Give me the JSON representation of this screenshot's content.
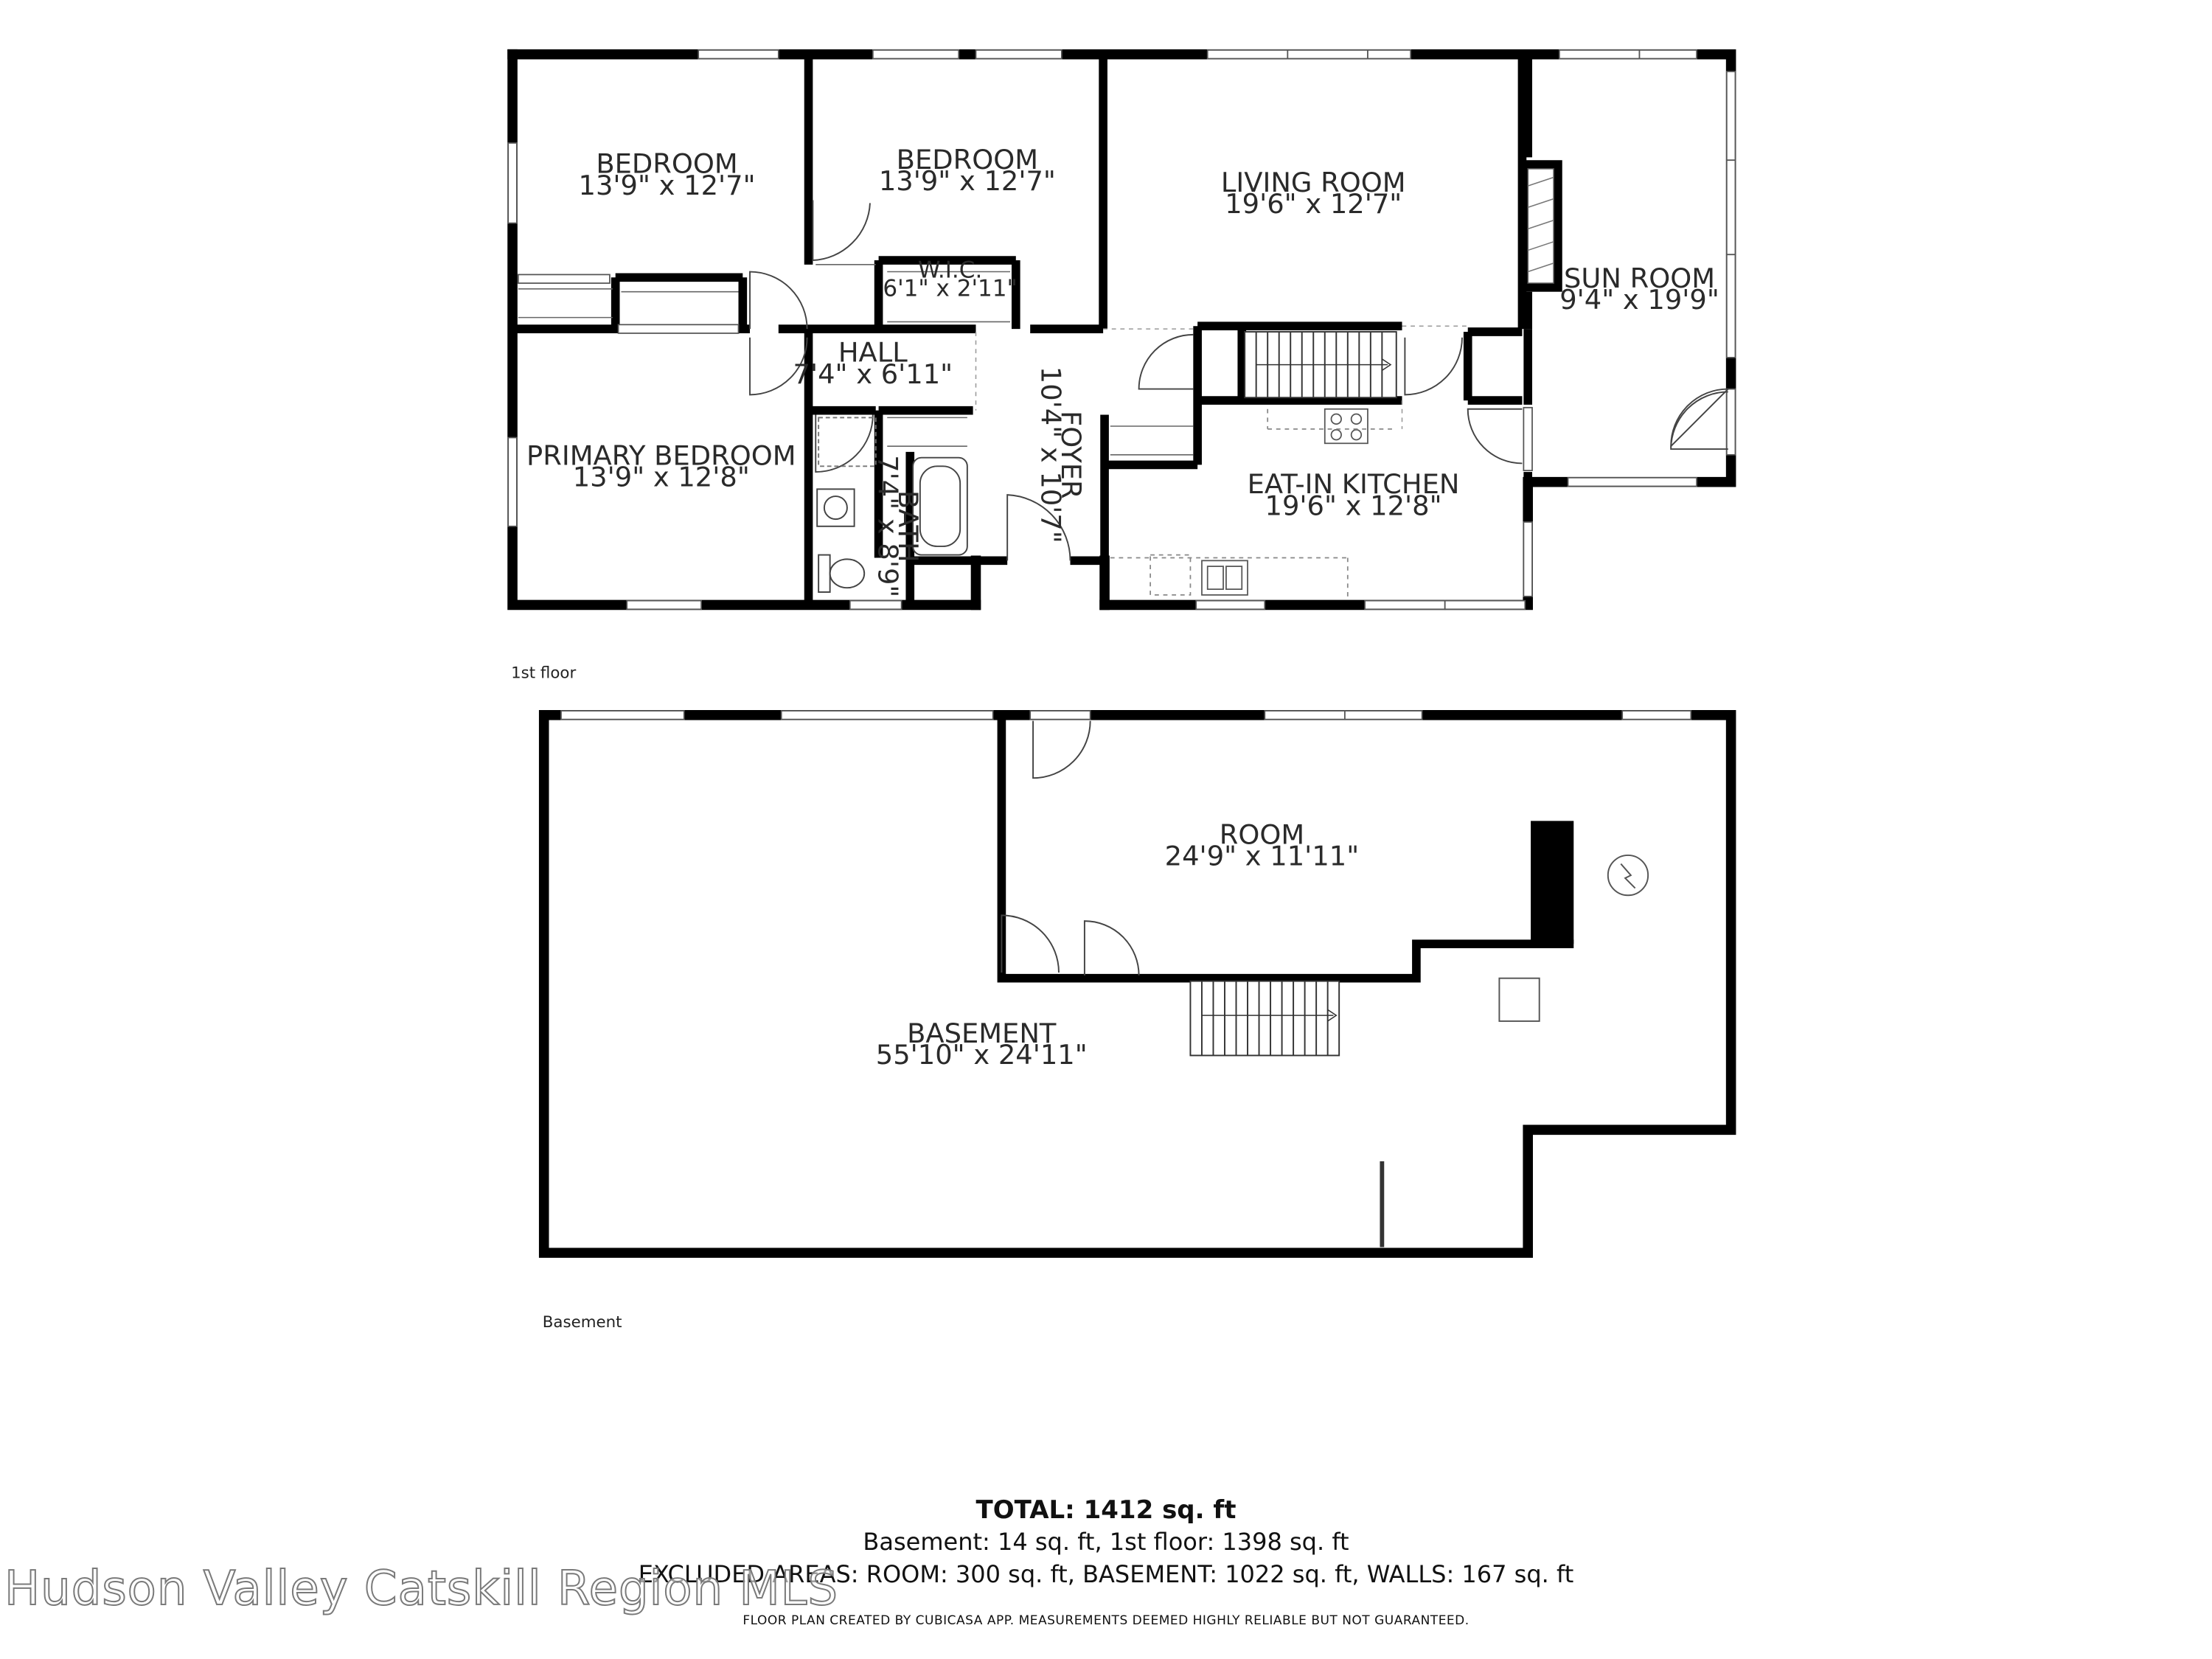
{
  "rooms": {
    "bedroom1": {
      "name": "BEDROOM",
      "dims": "13'9\" x 12'7\""
    },
    "bedroom2": {
      "name": "BEDROOM",
      "dims": "13'9\" x 12'7\""
    },
    "living": {
      "name": "LIVING ROOM",
      "dims": "19'6\" x 12'7\""
    },
    "sun": {
      "name": "SUN ROOM",
      "dims": "9'4\" x 19'9\""
    },
    "wic": {
      "name": "W.I.C.",
      "dims": "6'1\" x 2'11\""
    },
    "hall": {
      "name": "HALL",
      "dims": "7'4\" x 6'11\""
    },
    "foyer": {
      "name": "FOYER",
      "dims": "10'4\" x 10'7\""
    },
    "primary": {
      "name": "PRIMARY BEDROOM",
      "dims": "13'9\" x 12'8\""
    },
    "bath": {
      "name": "BATH",
      "dims": "7'4\" x 8'9\""
    },
    "kitchen": {
      "name": "EAT-IN KITCHEN",
      "dims": "19'6\" x 12'8\""
    },
    "room": {
      "name": "ROOM",
      "dims": "24'9\" x 11'11\""
    },
    "basement": {
      "name": "BASEMENT",
      "dims": "55'10\" x 24'11\""
    }
  },
  "floors": {
    "first": "1st floor",
    "basement": "Basement"
  },
  "footer": {
    "total": "TOTAL: 1412 sq. ft",
    "subtotals": "Basement: 14 sq. ft, 1st floor: 1398 sq. ft",
    "excluded": "EXCLUDED AREAS: ROOM: 300 sq. ft, BASEMENT: 1022 sq. ft, WALLS: 167 sq. ft",
    "disclaimer": "FLOOR PLAN CREATED BY CUBICASA APP. MEASUREMENTS DEEMED HIGHLY RELIABLE BUT NOT GUARANTEED."
  },
  "watermark": "Hudson Valley Catskill Region MLS"
}
